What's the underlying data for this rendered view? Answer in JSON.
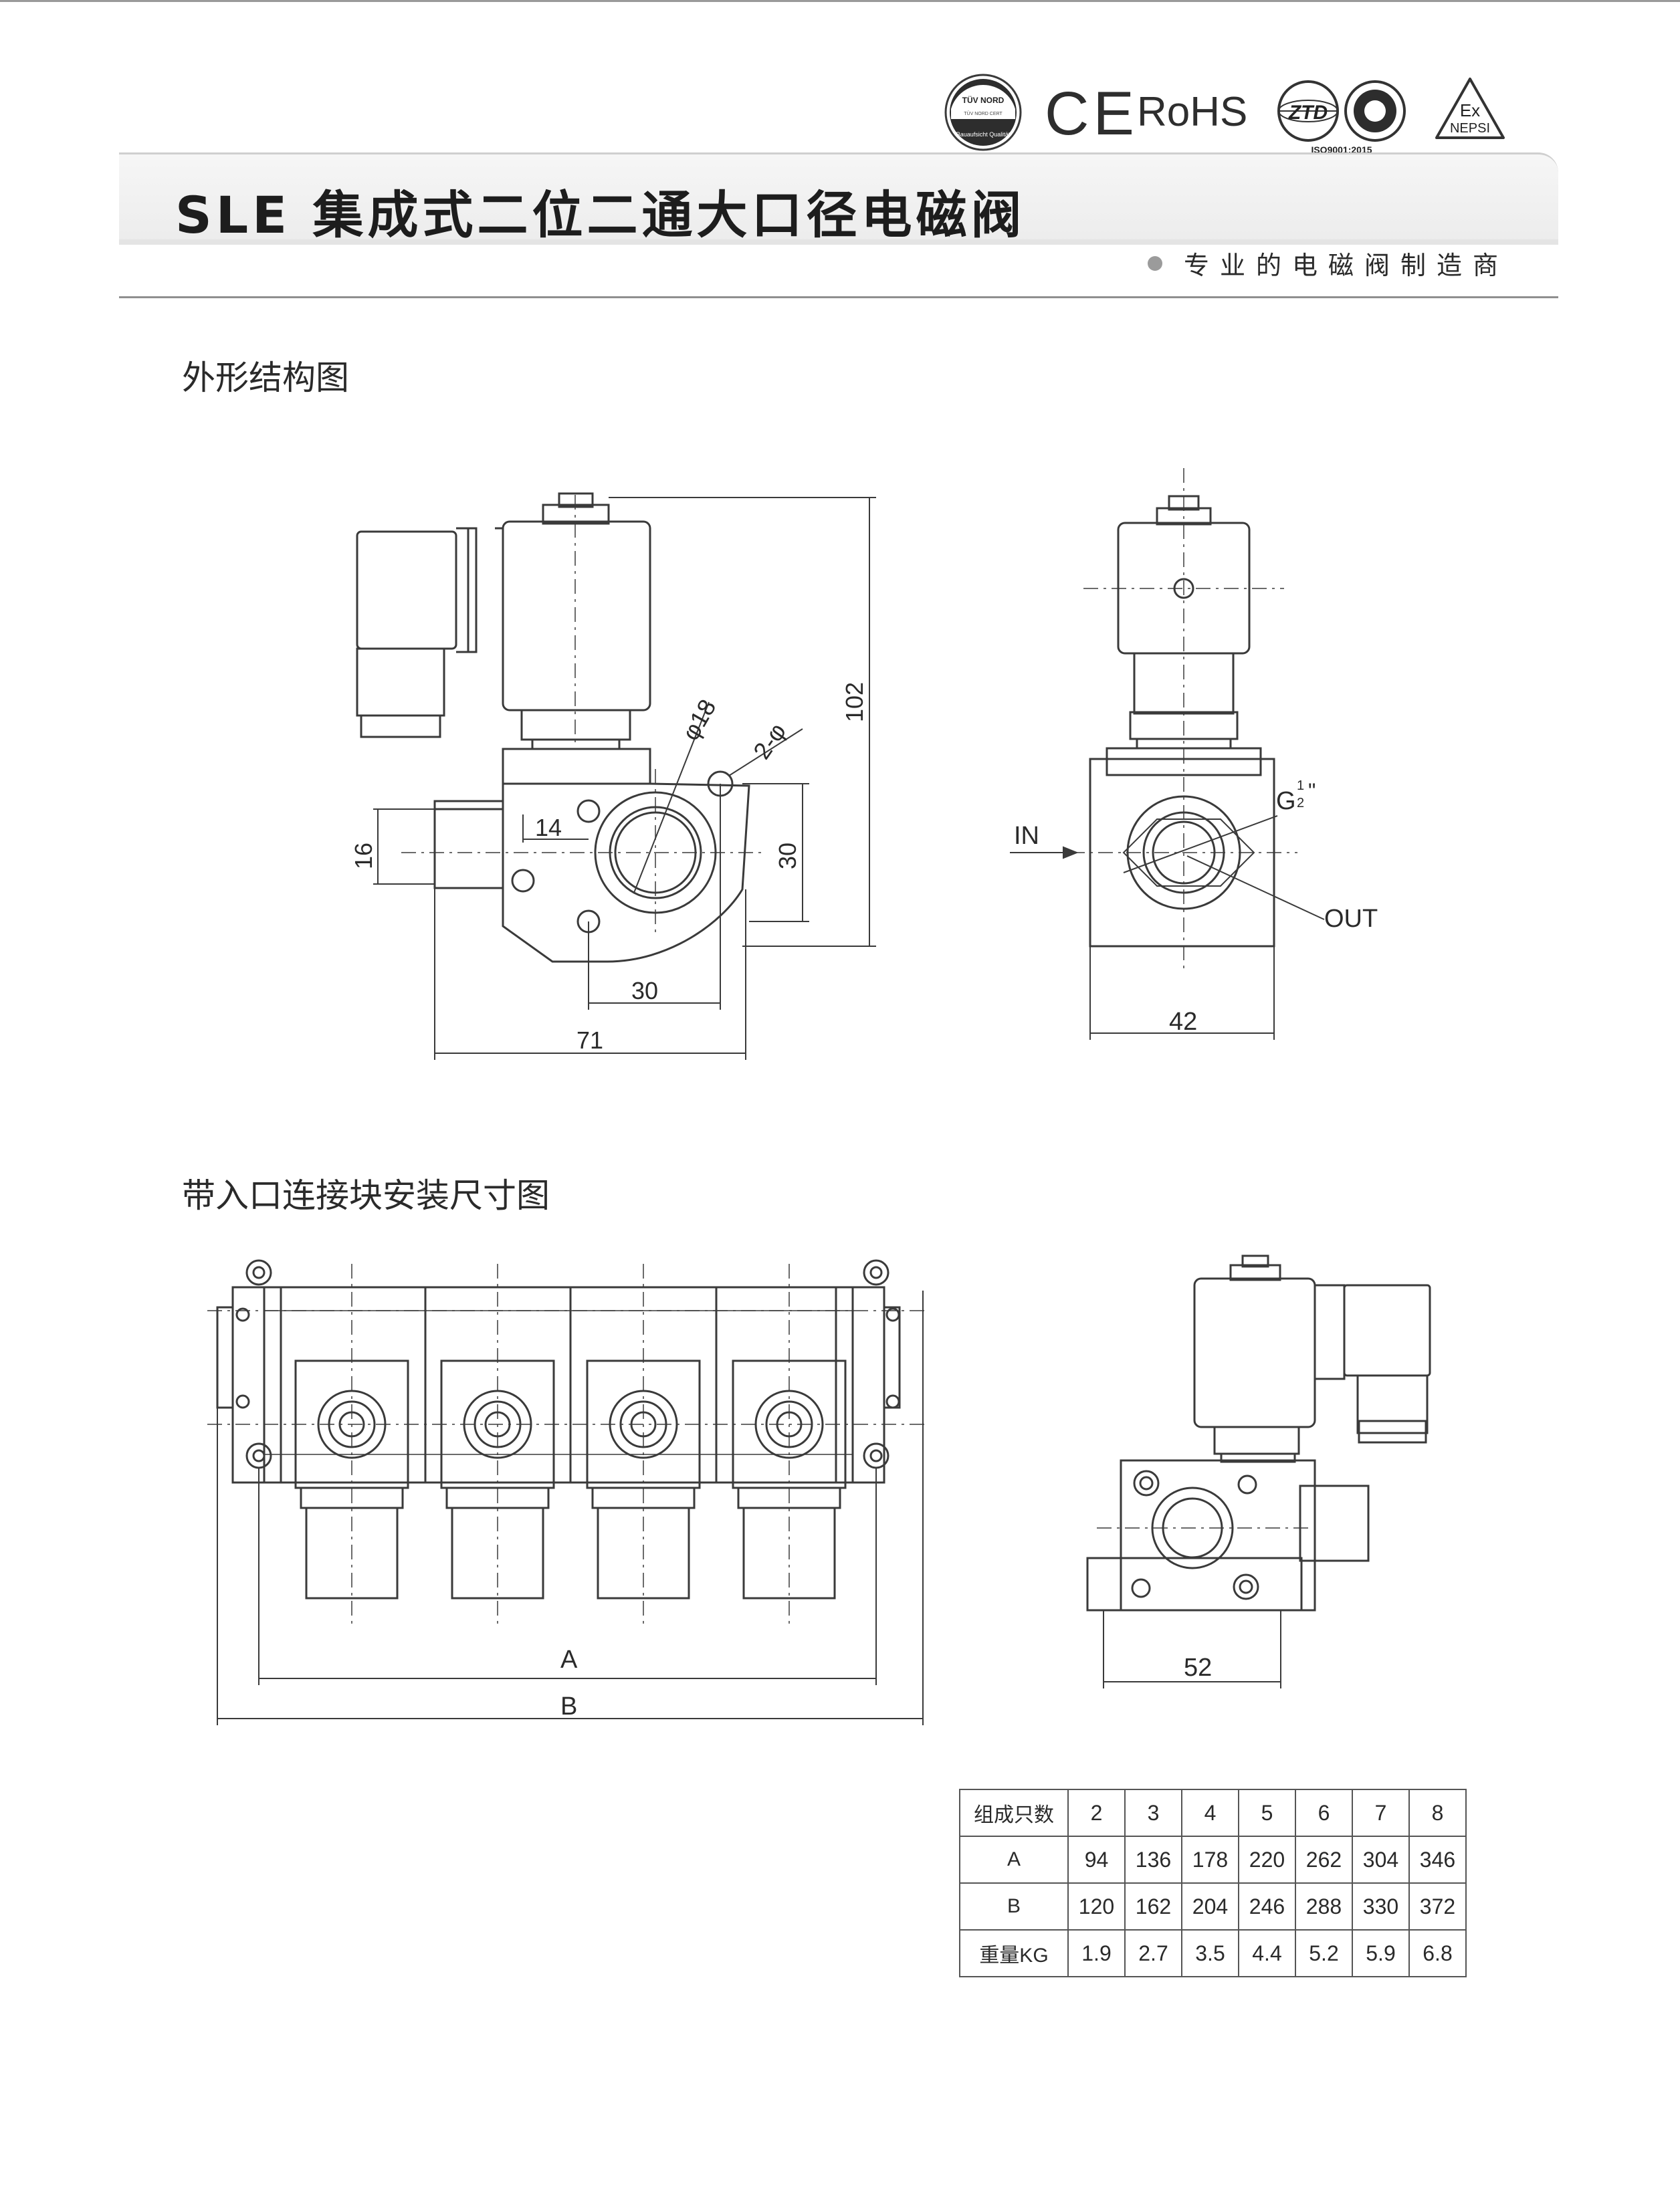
{
  "header": {
    "title": "SLE 集成式二位二通大口径电磁阀",
    "tagline": "专业的电磁阀制造商",
    "certifications": {
      "tuv_top": "TÜV NORD",
      "tuv_ring": "Bauaufsicht Qualität",
      "ce": "CE",
      "rohs": "RoHS",
      "ztd": "ZTD",
      "iso": "ISO9001:2015",
      "ex_top": "Ex",
      "ex_bottom": "NEPSI"
    }
  },
  "sections": {
    "outline_title": "外形结构图",
    "mounting_title": "带入口连接块安装尺寸图"
  },
  "outline_front": {
    "dim_phi18": "φ18",
    "dim_2phi": "2-φ",
    "dim_102": "102",
    "dim_16": "16",
    "dim_14": "14",
    "dim_30_v": "30",
    "dim_30_h": "30",
    "dim_71": "71"
  },
  "outline_side": {
    "label_in": "IN",
    "label_out": "OUT",
    "thread": "G",
    "thread_frac_num": "1",
    "thread_frac_den": "2",
    "thread_mark": "\"",
    "dim_42": "42"
  },
  "mounting": {
    "dim_a": "A",
    "dim_b": "B",
    "dim_52": "52"
  },
  "group_table": {
    "header": [
      "组成只数",
      "2",
      "3",
      "4",
      "5",
      "6",
      "7",
      "8"
    ],
    "rows": [
      [
        "A",
        "94",
        "136",
        "178",
        "220",
        "262",
        "304",
        "346"
      ],
      [
        "B",
        "120",
        "162",
        "204",
        "246",
        "288",
        "330",
        "372"
      ],
      [
        "重量KG",
        "1.9",
        "2.7",
        "3.5",
        "4.4",
        "5.2",
        "5.9",
        "6.8"
      ]
    ]
  }
}
